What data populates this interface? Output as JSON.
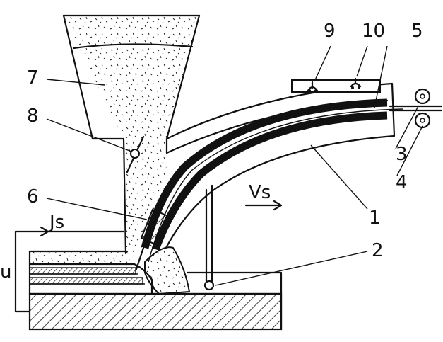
{
  "labels": {
    "n1": "1",
    "n2": "2",
    "n3": "3",
    "n4": "4",
    "n5": "5",
    "n6": "6",
    "n7": "7",
    "n8": "8",
    "n9": "9",
    "n10": "10",
    "js": "Js",
    "vs": "Vs",
    "u": "u"
  },
  "colors": {
    "ink": "#111111",
    "paper": "#ffffff"
  }
}
